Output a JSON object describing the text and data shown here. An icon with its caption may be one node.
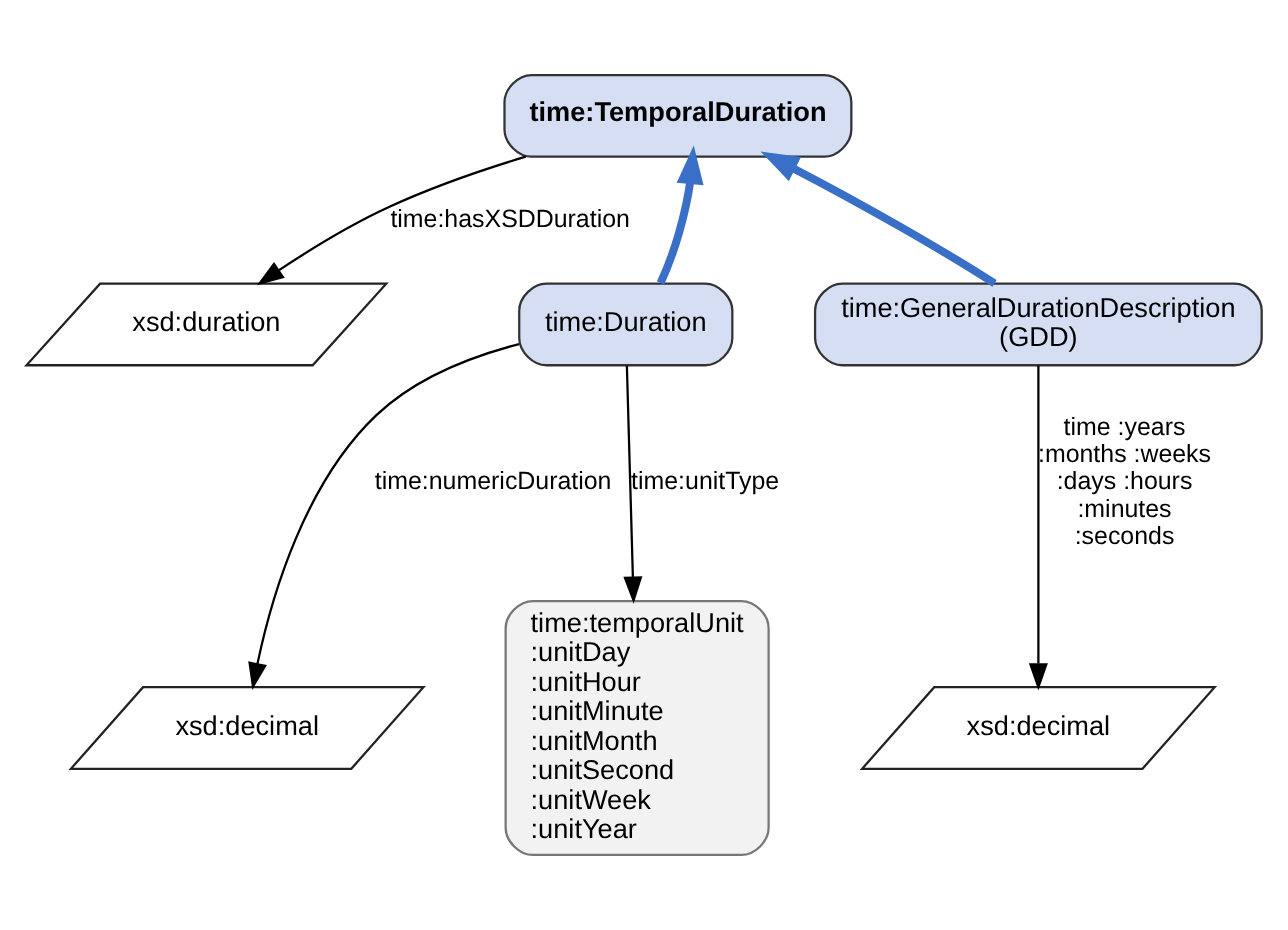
{
  "diagram": {
    "nodes": [
      {
        "text": [
          "time:TemporalDuration"
        ]
      },
      {
        "text": [
          "xsd:duration"
        ]
      },
      {
        "text": [
          "time:Duration"
        ]
      },
      {
        "text": [
          "time:GeneralDurationDescription (GDD)"
        ]
      },
      {
        "text": [
          "xsd:decimal"
        ]
      },
      {
        "text": [
          "time:temporalUnit",
          ":unitDay",
          ":unitHour",
          ":unitMinute",
          ":unitMonth",
          ":unitSecond",
          ":unitWeek",
          ":unitYear"
        ]
      },
      {
        "text": [
          "xsd:decimal"
        ]
      }
    ],
    "edges": [
      {
        "from": 2,
        "to": 0,
        "arrow": "to",
        "style": "thick",
        "color": "#3a6fc8"
      },
      {
        "from": 3,
        "to": 0,
        "arrow": "to",
        "style": "thick",
        "color": "#3a6fc8"
      },
      {
        "from": 0,
        "to": 1,
        "arrow": "to",
        "label": "time:hasXSDDuration"
      },
      {
        "from": 2,
        "to": 4,
        "arrow": "to",
        "label": "time:numericDuration"
      },
      {
        "from": 2,
        "to": 5,
        "arrow": "to",
        "label": "time:unitType"
      },
      {
        "from": 3,
        "to": 6,
        "arrow": "to",
        "label": "time :years :months :weeks :days :hours :minutes :seconds"
      }
    ]
  }
}
